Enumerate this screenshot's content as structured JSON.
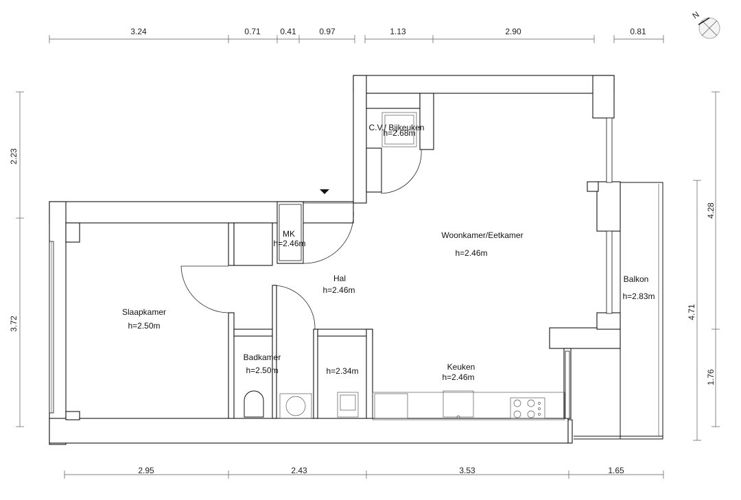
{
  "top_dimensions": [
    "3.24",
    "0.71",
    "0.41",
    "0.97",
    "1.13",
    "2.90",
    "0.81"
  ],
  "bottom_dimensions": [
    "2.95",
    "2.43",
    "3.53",
    "1.65"
  ],
  "left_dimensions": [
    "2.23",
    "3.72"
  ],
  "right_dimensions_inner": [
    "4.28",
    "1.76"
  ],
  "right_dimensions_outer": [
    "4.71"
  ],
  "compass": {
    "label": "N"
  },
  "rooms": {
    "cv": {
      "name": "C.V./ Bijkeuken",
      "height": "h=2.68m"
    },
    "mk": {
      "name": "MK",
      "height": "h=2.46m"
    },
    "woonkamer": {
      "name": "Woonkamer/Eetkamer",
      "height": "h=2.46m"
    },
    "hal": {
      "name": "Hal",
      "height": "h=2.46m"
    },
    "balkon": {
      "name": "Balkon",
      "height": "h=2.83m"
    },
    "slaapkamer": {
      "name": "Slaapkamer",
      "height": "h=2.50m"
    },
    "badkamer": {
      "name": "Badkamer",
      "height": "h=2.50m"
    },
    "toilet": {
      "height": "h=2.34m"
    },
    "keuken": {
      "name": "Keuken",
      "height": "h=2.46m"
    }
  }
}
